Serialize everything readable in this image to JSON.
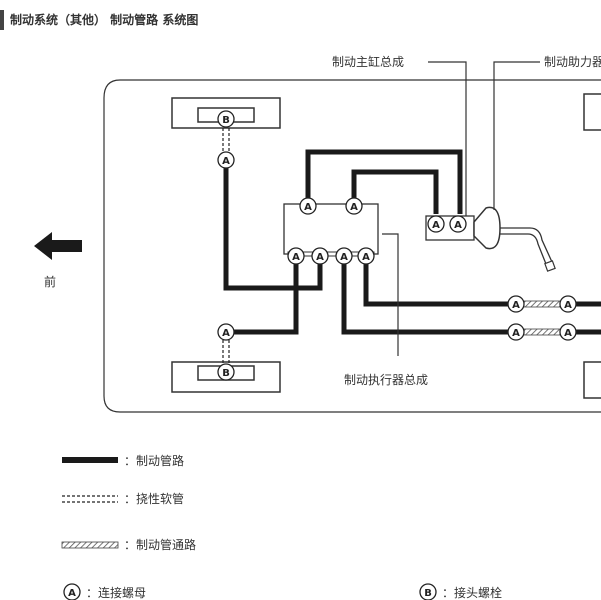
{
  "header": {
    "title": "制动系统（其他） 制动管路 系统图"
  },
  "diagram": {
    "front_label": "前",
    "master_cylinder_label": "制动主缸总成",
    "booster_label": "制动助力器",
    "actuator_label": "制动执行器总成",
    "nut_letter": "A",
    "bolt_letter": "B"
  },
  "legend": {
    "brake_line": "：制动管路",
    "flex_hose": "：挠性软管",
    "brake_tube": "：制动管通路",
    "nut_letter": "A",
    "nut_label": "：连接螺母",
    "bolt_letter": "B",
    "bolt_label": "：接头螺栓"
  },
  "colors": {
    "line": "#1a1a1a",
    "outline": "#333333"
  }
}
